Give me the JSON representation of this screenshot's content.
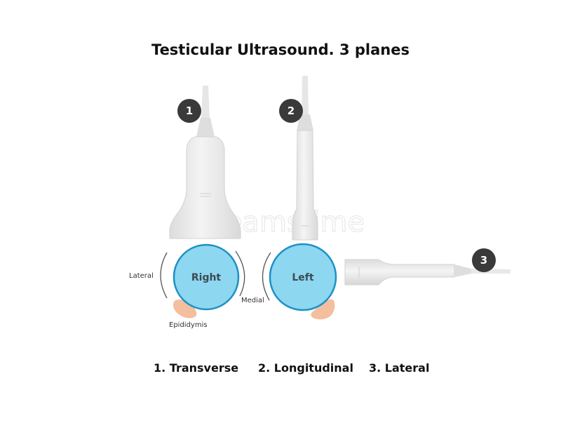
{
  "title": "Testicular Ultrasound. 3 planes",
  "badges": [
    "1",
    "2",
    "3"
  ],
  "testes": {
    "right": "Right",
    "left": "Left"
  },
  "annotations": {
    "lateral": "Lateral",
    "medial": "Medial",
    "epididymis": "Epididymis"
  },
  "planes": [
    "1. Transverse",
    "2. Longitudinal",
    "3. Lateral"
  ],
  "watermark": "dreamstime",
  "colors": {
    "testis_fill": "#8dd7f0",
    "testis_stroke": "#1d91c4",
    "epididymis": "#f3bf9f",
    "probe_body": "#ececec",
    "badge": "#3a3a3a"
  }
}
